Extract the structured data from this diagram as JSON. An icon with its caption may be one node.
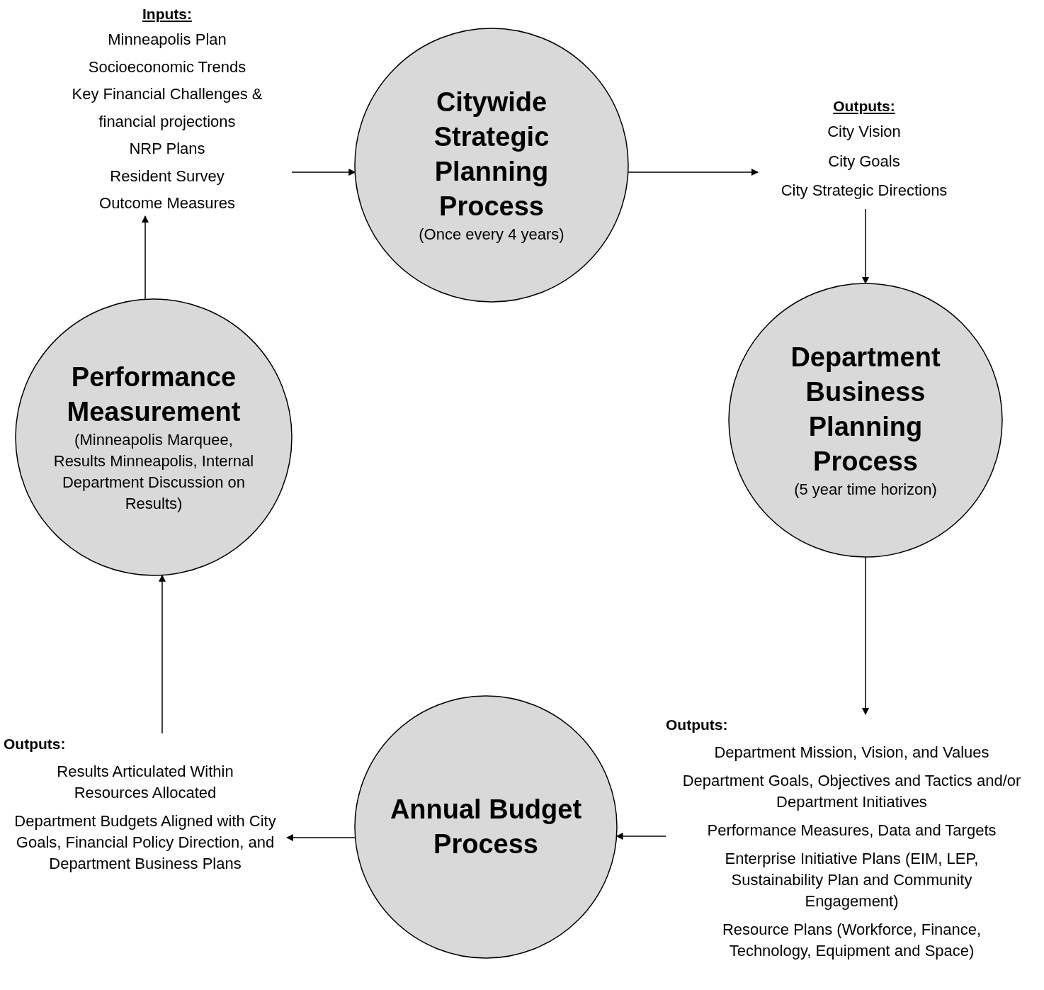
{
  "diagram": {
    "nodes": [
      {
        "text": [
          "Inputs:",
          "Minneapolis Plan",
          "Socioeconomic Trends",
          "Key Financial Challenges & financial projections",
          "NRP Plans",
          "Resident Survey",
          "Outcome Measures"
        ]
      },
      {
        "text": [
          "Citywide Strategic Planning Process",
          "(Once every 4 years)"
        ]
      },
      {
        "text": [
          "Outputs:",
          "City Vision",
          "City Goals",
          "City Strategic Directions"
        ]
      },
      {
        "text": [
          "Department Business Planning Process",
          "(5 year time horizon)"
        ]
      },
      {
        "text": [
          "Outputs:",
          "Department Mission, Vision, and Values",
          "Department Goals, Objectives and Tactics and/or Department Initiatives",
          "Performance Measures, Data and Targets",
          "Enterprise Initiative Plans (EIM, LEP, Sustainability Plan and Community Engagement)",
          "Resource Plans (Workforce, Finance, Technology, Equipment and Space)"
        ]
      },
      {
        "text": [
          "Annual Budget Process"
        ]
      },
      {
        "text": [
          "Outputs:",
          "Results Articulated Within Resources Allocated",
          "Department Budgets Aligned with City Goals, Financial Policy Direction, and Department Business Plans"
        ]
      },
      {
        "text": [
          "Performance Measurement",
          "(Minneapolis Marquee, Results Minneapolis, Internal Department Discussion on Results)"
        ]
      }
    ],
    "edges": [
      {
        "from": 0,
        "to": 1,
        "arrow": "to"
      },
      {
        "from": 1,
        "to": 2,
        "arrow": "to"
      },
      {
        "from": 2,
        "to": 3,
        "arrow": "to"
      },
      {
        "from": 3,
        "to": 4,
        "arrow": "to"
      },
      {
        "from": 4,
        "to": 5,
        "arrow": "to"
      },
      {
        "from": 5,
        "to": 6,
        "arrow": "to"
      },
      {
        "from": 6,
        "to": 7,
        "arrow": "to"
      },
      {
        "from": 7,
        "to": 0,
        "arrow": "to"
      }
    ]
  }
}
